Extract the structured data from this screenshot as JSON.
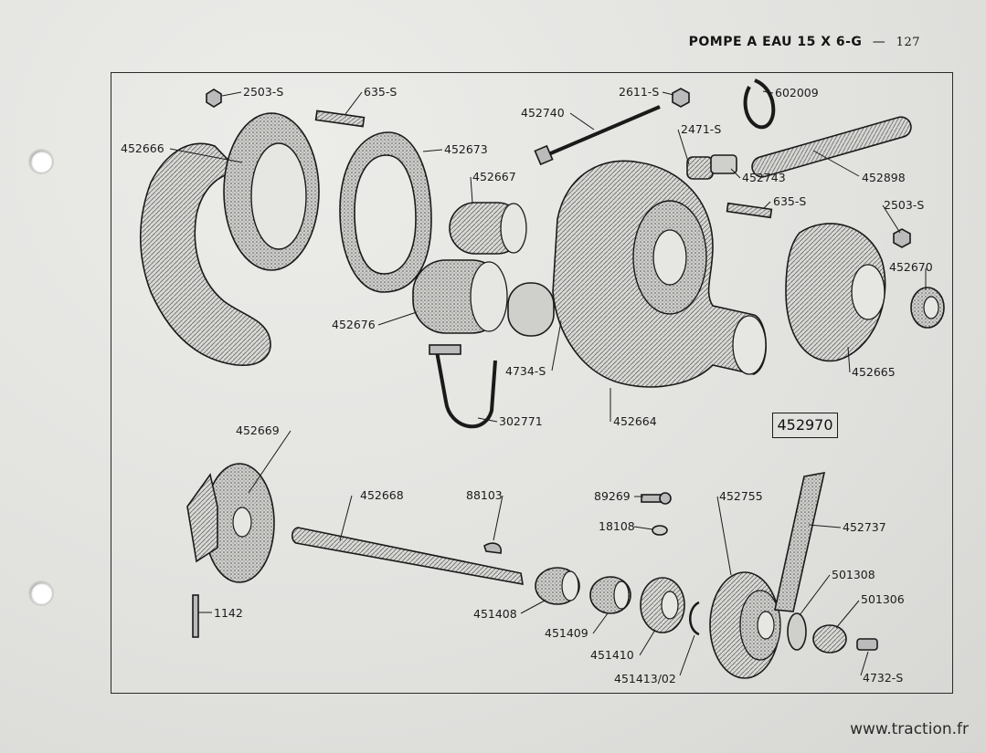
{
  "header": {
    "title": "POMPE A EAU 15 X 6-G",
    "separator": "—",
    "page_number": "127"
  },
  "assembly_reference": "452970",
  "watermark": "www.traction.fr",
  "parts": [
    {
      "id": "p-2503-s-top",
      "label": "2503-S"
    },
    {
      "id": "p-635-s-top",
      "label": "635-S"
    },
    {
      "id": "p-452666",
      "label": "452666"
    },
    {
      "id": "p-452673",
      "label": "452673"
    },
    {
      "id": "p-452740",
      "label": "452740"
    },
    {
      "id": "p-2611-s",
      "label": "2611-S"
    },
    {
      "id": "p-602009",
      "label": "602009"
    },
    {
      "id": "p-2471-s",
      "label": "2471-S"
    },
    {
      "id": "p-452743",
      "label": "452743"
    },
    {
      "id": "p-452898",
      "label": "452898"
    },
    {
      "id": "p-452667",
      "label": "452667"
    },
    {
      "id": "p-635-s-right",
      "label": "635-S"
    },
    {
      "id": "p-2503-s-right",
      "label": "2503-S"
    },
    {
      "id": "p-452670",
      "label": "452670"
    },
    {
      "id": "p-452676",
      "label": "452676"
    },
    {
      "id": "p-4734-s",
      "label": "4734-S"
    },
    {
      "id": "p-452665",
      "label": "452665"
    },
    {
      "id": "p-302771",
      "label": "302771"
    },
    {
      "id": "p-452664",
      "label": "452664"
    },
    {
      "id": "p-452669",
      "label": "452669"
    },
    {
      "id": "p-452668",
      "label": "452668"
    },
    {
      "id": "p-88103",
      "label": "88103"
    },
    {
      "id": "p-89269",
      "label": "89269"
    },
    {
      "id": "p-452755",
      "label": "452755"
    },
    {
      "id": "p-18108",
      "label": "18108"
    },
    {
      "id": "p-452737",
      "label": "452737"
    },
    {
      "id": "p-501308",
      "label": "501308"
    },
    {
      "id": "p-501306",
      "label": "501306"
    },
    {
      "id": "p-1142",
      "label": "1142"
    },
    {
      "id": "p-451408",
      "label": "451408"
    },
    {
      "id": "p-451409",
      "label": "451409"
    },
    {
      "id": "p-451410",
      "label": "451410"
    },
    {
      "id": "p-451413-02",
      "label": "451413/02"
    },
    {
      "id": "p-4732-s",
      "label": "4732-S"
    }
  ]
}
